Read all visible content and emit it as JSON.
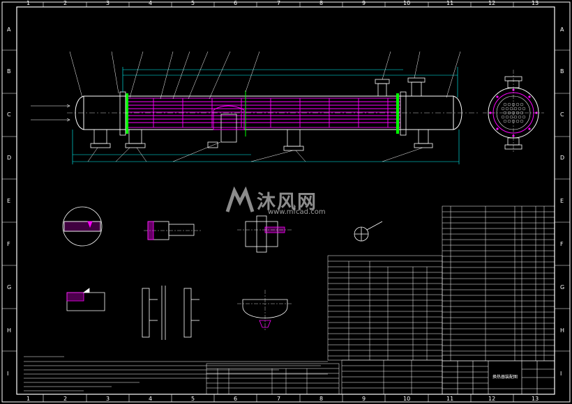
{
  "sheet": {
    "columns": [
      "1",
      "2",
      "3",
      "4",
      "5",
      "6",
      "7",
      "8",
      "9",
      "10",
      "11",
      "12",
      "13"
    ],
    "rows": [
      "A",
      "B",
      "C",
      "D",
      "E",
      "F",
      "G",
      "H",
      "I"
    ],
    "colors": {
      "background": "#000000",
      "frame": "#ffffff",
      "vessel": "#ff00ff",
      "dimension": "#00ffff",
      "leader": "#ffffff",
      "highlight": "#00ff00"
    }
  },
  "watermark": {
    "main": "沐风网",
    "url": "www.mfcad.com"
  },
  "title_block": {
    "drawing_name": "换热器装配图"
  }
}
